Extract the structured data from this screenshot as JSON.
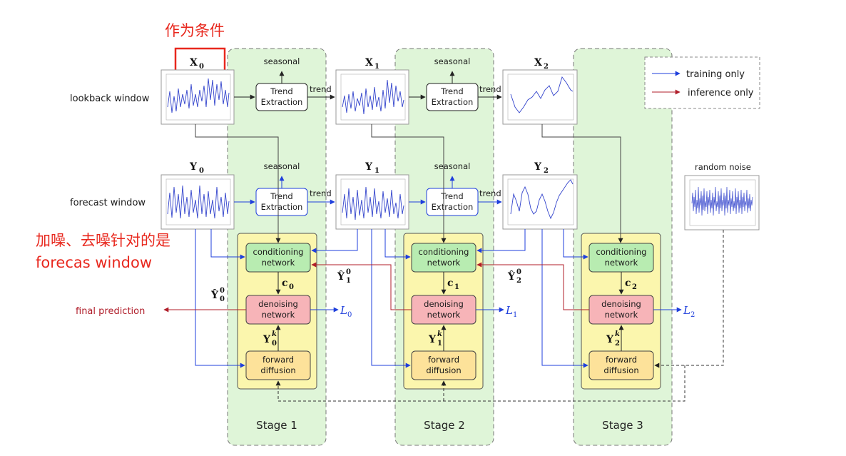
{
  "annotations": {
    "condition_note": "作为条件",
    "noise_note_line1": "加噪、去噪针对的是",
    "noise_note_line2": "forecas window"
  },
  "rows": {
    "lookback": "lookback window",
    "forecast": "forecast window"
  },
  "final_prediction": "final prediction",
  "random_noise": "random noise",
  "legend": {
    "training": "training only",
    "inference": "inference only"
  },
  "labels": {
    "seasonal": "seasonal",
    "trend": "trend",
    "trend_extraction_line1": "Trend",
    "trend_extraction_line2": "Extraction",
    "conditioning_line1": "conditioning",
    "conditioning_line2": "network",
    "denoising_line1": "denoising",
    "denoising_line2": "network",
    "forward_line1": "forward",
    "forward_line2": "diffusion"
  },
  "stages": [
    {
      "name": "Stage 1",
      "x_label": "X",
      "y_label": "Y",
      "index": "0",
      "c_label": "c",
      "loss": "L"
    },
    {
      "name": "Stage 2",
      "x_label": "X",
      "y_label": "Y",
      "index": "1",
      "c_label": "c",
      "loss": "L"
    },
    {
      "name": "Stage 3",
      "x_label": "X",
      "y_label": "Y",
      "index": "2",
      "c_label": "c",
      "loss": "L"
    }
  ],
  "colors": {
    "training": "#1f3fdc",
    "inference": "#b01e2a",
    "stage_bg": "#dff5d8",
    "block_bg": "#fbf6ad",
    "conditioning": "#b8ecb1",
    "denoising": "#f7b4b8",
    "forward": "#fde29a",
    "highlight": "#e8281e"
  }
}
